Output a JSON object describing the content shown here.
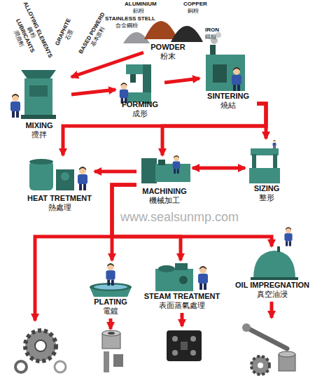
{
  "diagram": {
    "nodes": [
      {
        "text": [
          "POWDER",
          "粉末"
        ]
      },
      {
        "text": [
          "MIXING",
          "攪拌"
        ]
      },
      {
        "text": [
          "FORMING",
          "成形"
        ]
      },
      {
        "text": [
          "SINTERING",
          "燒結"
        ]
      },
      {
        "text": [
          "HEAT TRETMENT",
          "熱處理"
        ]
      },
      {
        "text": [
          "MACHINING",
          "機械加工"
        ]
      },
      {
        "text": [
          "SIZING",
          "整形"
        ]
      },
      {
        "text": [
          "PLATING",
          "電鍍"
        ]
      },
      {
        "text": [
          "STEAM TREATMENT",
          "表面蒸氣處理"
        ]
      },
      {
        "text": [
          "OIL IMPREGNATION",
          "真空油浸"
        ]
      }
    ],
    "edges": [
      {
        "from": 0,
        "to": 1,
        "arrow": "to"
      },
      {
        "from": 1,
        "to": 2,
        "arrow": "to"
      },
      {
        "from": 2,
        "to": 3,
        "arrow": "to"
      },
      {
        "from": 3,
        "to": 4,
        "arrow": "to"
      },
      {
        "from": 3,
        "to": 5,
        "arrow": "to"
      },
      {
        "from": 3,
        "to": 6,
        "arrow": "to"
      },
      {
        "from": 5,
        "to": 6,
        "arrow": "both"
      },
      {
        "from": 5,
        "to": 4,
        "arrow": "to"
      },
      {
        "from": 5,
        "to": 7,
        "arrow": "to"
      },
      {
        "from": 5,
        "to": 8,
        "arrow": "to"
      },
      {
        "from": 5,
        "to": 9,
        "arrow": "to"
      }
    ],
    "labels": [
      "ALLOYING ELEMENTS",
      "鋼粉",
      "LUBRICANTS",
      "潤滑劑",
      "GRAPHITE",
      "石墨",
      "BASED POWERD",
      "基本原料",
      "ALUMINIUM",
      "鋁粉",
      "COPPER",
      "銅粉",
      "STAINLESS STELL",
      "合金鋼粉",
      "IRON",
      "鐵粉",
      "www.sealsunmp.com"
    ]
  }
}
